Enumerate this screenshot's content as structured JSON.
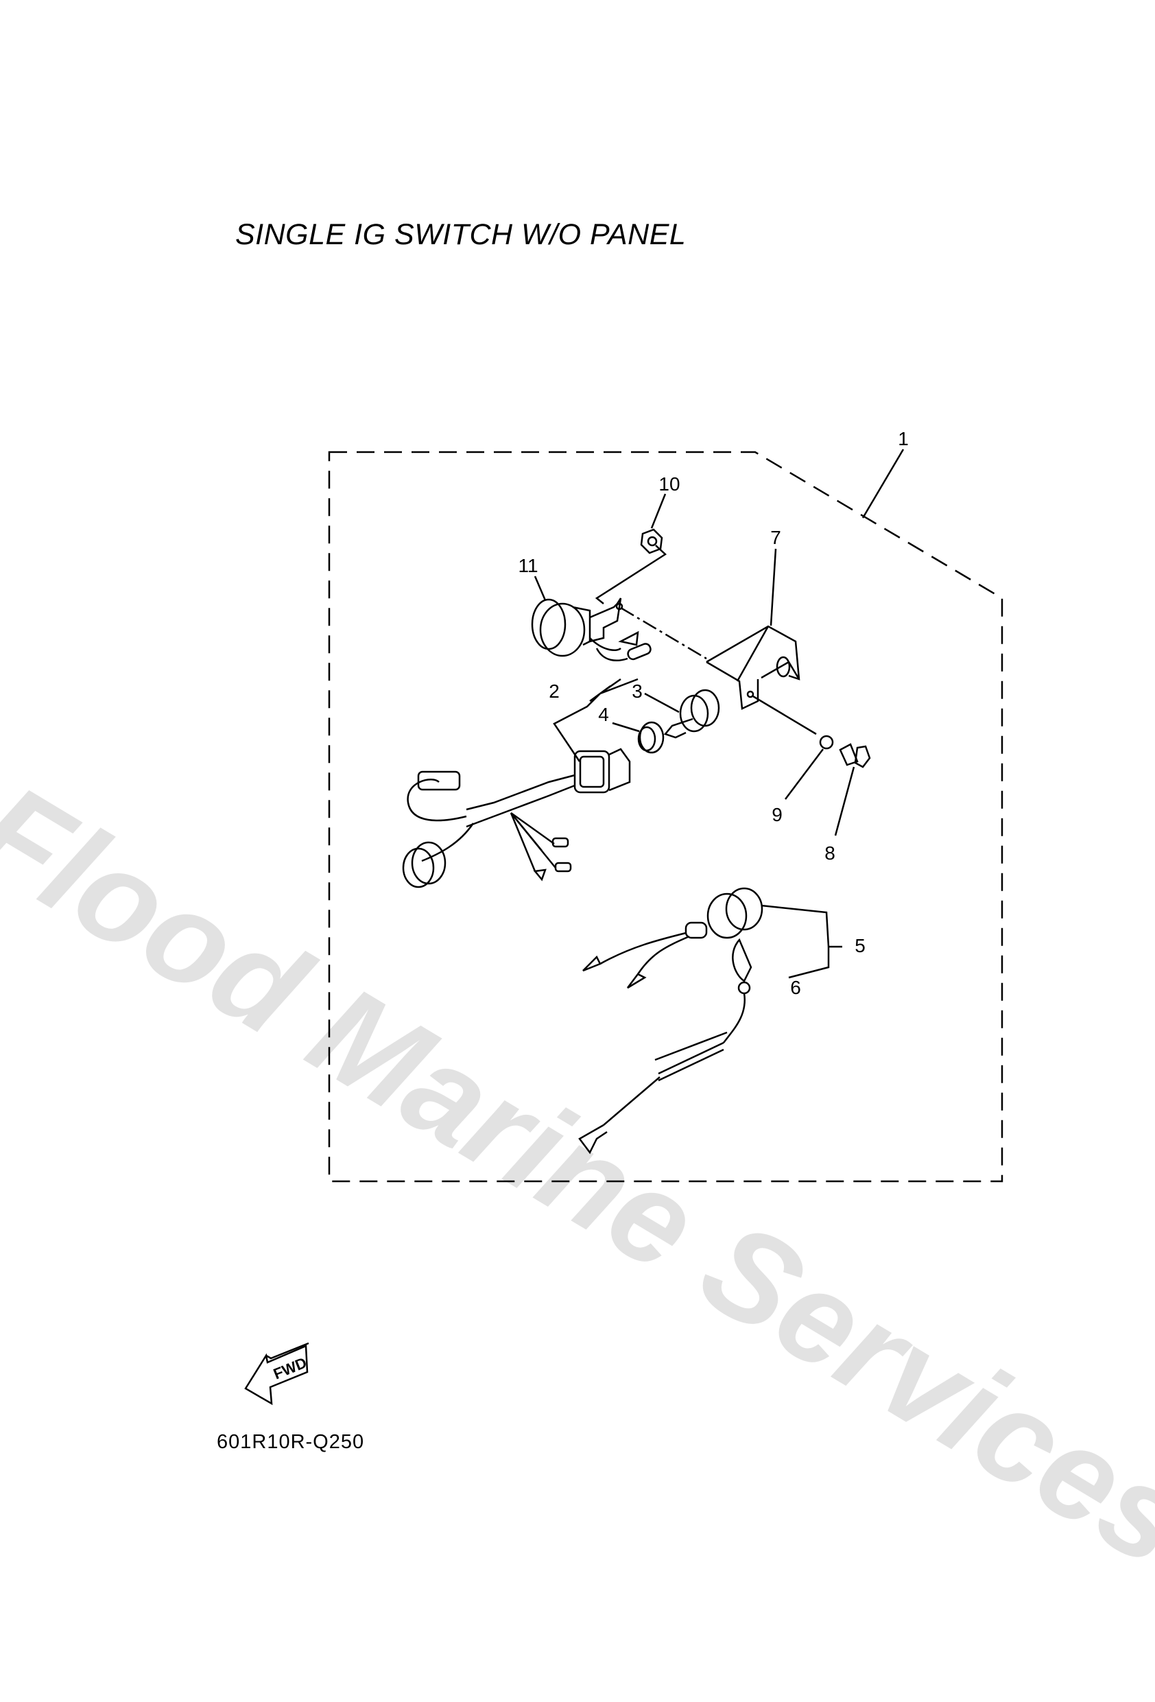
{
  "title": "SINGLE IG SWITCH W/O PANEL",
  "diagram_code": "601R10R-Q250",
  "fwd_indicator": "FWD",
  "watermark": "Flood Marine Services",
  "callouts": [
    {
      "id": "1",
      "label": "1"
    },
    {
      "id": "2",
      "label": "2"
    },
    {
      "id": "3",
      "label": "3"
    },
    {
      "id": "4",
      "label": "4"
    },
    {
      "id": "5",
      "label": "5"
    },
    {
      "id": "6",
      "label": "6"
    },
    {
      "id": "7",
      "label": "7"
    },
    {
      "id": "8",
      "label": "8"
    },
    {
      "id": "9",
      "label": "9"
    },
    {
      "id": "10",
      "label": "10"
    },
    {
      "id": "11",
      "label": "11"
    }
  ]
}
